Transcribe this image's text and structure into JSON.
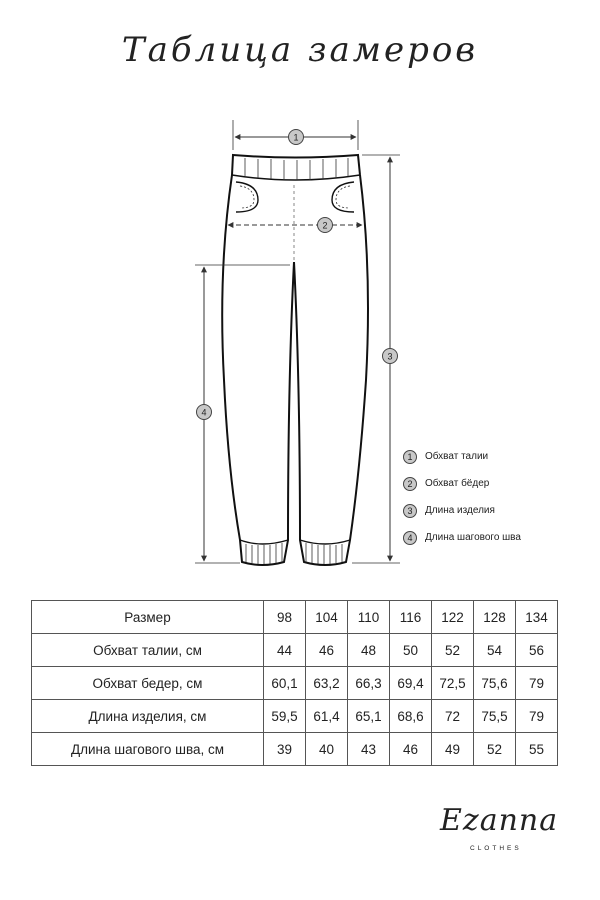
{
  "title": "Таблица замеров",
  "legend": [
    {
      "num": "1",
      "label": "Обхват талии"
    },
    {
      "num": "2",
      "label": "Обхват бёдер"
    },
    {
      "num": "3",
      "label": "Длина изделия"
    },
    {
      "num": "4",
      "label": "Длина шагового шва"
    }
  ],
  "markers": [
    "1",
    "2",
    "3",
    "4"
  ],
  "table": {
    "header": {
      "label": "Размер",
      "values": [
        "98",
        "104",
        "110",
        "116",
        "122",
        "128",
        "134"
      ]
    },
    "rows": [
      {
        "label": "Обхват талии, см",
        "values": [
          "44",
          "46",
          "48",
          "50",
          "52",
          "54",
          "56"
        ]
      },
      {
        "label": "Обхват бедер, см",
        "values": [
          "60,1",
          "63,2",
          "66,3",
          "69,4",
          "72,5",
          "75,6",
          "79"
        ]
      },
      {
        "label": "Длина изделия, см",
        "values": [
          "59,5",
          "61,4",
          "65,1",
          "68,6",
          "72",
          "75,5",
          "79"
        ]
      },
      {
        "label": "Длина шагового шва, см",
        "values": [
          "39",
          "40",
          "43",
          "46",
          "49",
          "52",
          "55"
        ]
      }
    ]
  },
  "logo": {
    "word": "Ezanna",
    "sub": "CLOTHES"
  }
}
